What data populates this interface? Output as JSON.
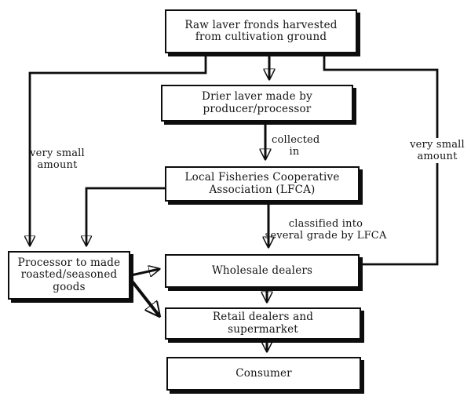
{
  "colors": {
    "ink": "#0d0d0d",
    "background": "#ffffff"
  },
  "nodes": {
    "raw": [
      "Raw laver fronds harvested",
      "from cultivation ground"
    ],
    "drier": [
      "Drier laver made by",
      "producer/processor"
    ],
    "lfca": [
      "Local Fisheries Cooperative",
      "Association (LFCA)"
    ],
    "wholesale": [
      "Wholesale dealers"
    ],
    "retail": [
      "Retail dealers and",
      "supermarket"
    ],
    "consumer": [
      "Consumer"
    ],
    "processor": [
      "Processor to made",
      "roasted/seasoned",
      "goods"
    ]
  },
  "edge_labels": {
    "collected": [
      "collected",
      "in"
    ],
    "classified": [
      "classified into",
      "several grade by LFCA"
    ],
    "very_small_left": [
      "very small",
      "amount"
    ],
    "very_small_right": [
      "very small",
      "amount"
    ]
  }
}
